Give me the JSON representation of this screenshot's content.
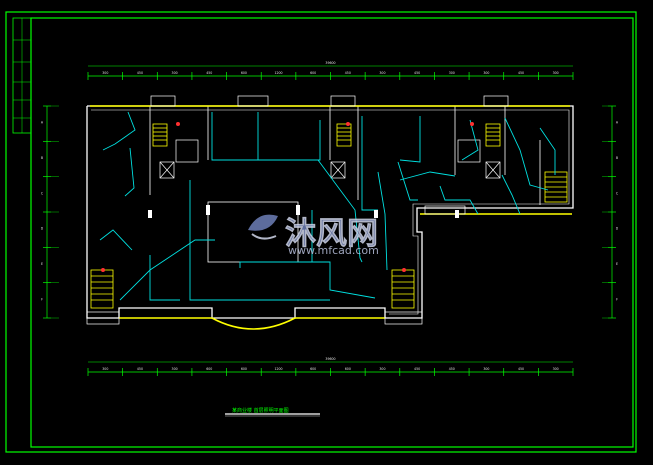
{
  "drawing": {
    "caption": "某商业楼 首层照明平面图",
    "watermark": {
      "brand_cn": "沐风网",
      "url": "www.mfcad.com",
      "logo_icon": "mf-leaf-logo-icon"
    }
  },
  "colors": {
    "frame": "#00ff00",
    "wall": "#ffffff",
    "wiring": "#00e0e0",
    "glazing": "#ffff00",
    "dim": "#e0e0e0",
    "stair": "#ffff00",
    "fixture": "#ff3030",
    "watermark": "#6e7fb8"
  },
  "dimensions": {
    "top": [
      "300",
      "450",
      "300",
      "450",
      "600",
      "1200",
      "600",
      "450",
      "300",
      "450",
      "300",
      "300",
      "450",
      "300"
    ],
    "bottom": [
      "300",
      "450",
      "300",
      "600",
      "600",
      "1200",
      "600",
      "600",
      "300",
      "450",
      "450",
      "300",
      "450",
      "300"
    ],
    "top_total": "39600",
    "bottom_total": "39600",
    "left": [
      "A",
      "B",
      "C",
      "D",
      "E",
      "F"
    ],
    "right": [
      "A",
      "B",
      "C",
      "D",
      "E",
      "F"
    ]
  }
}
